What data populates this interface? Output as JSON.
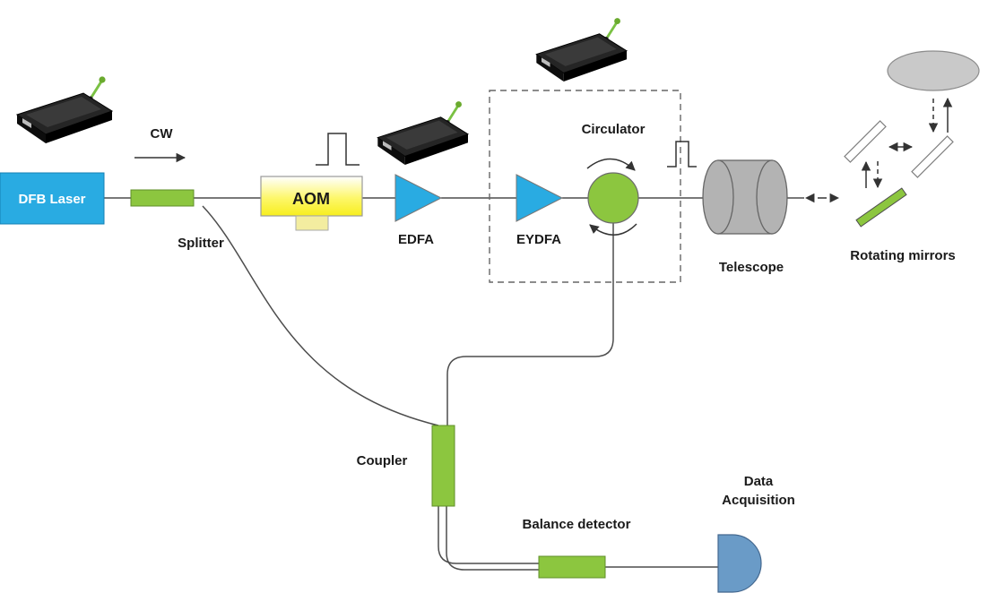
{
  "diagram": {
    "type": "optical-system-schematic",
    "labels": {
      "dfb_laser": "DFB Laser",
      "cw": "CW",
      "splitter": "Splitter",
      "aom": "AOM",
      "edfa": "EDFA",
      "eydfa": "EYDFA",
      "circulator": "Circulator",
      "telescope": "Telescope",
      "rotating_mirrors": "Rotating mirrors",
      "coupler": "Coupler",
      "balance_detector": "Balance detector",
      "data_acquisition_line1": "Data",
      "data_acquisition_line2": "Acquisition"
    },
    "icons": {
      "device1": "laser-driver-device",
      "device2": "laser-driver-device",
      "device3": "laser-driver-device",
      "pulse_after_aom": "pulse-waveform",
      "pulse_after_circulator": "pulse-waveform",
      "scan_target": "scan-target-ellipse"
    },
    "colors": {
      "component_blue": "#29ABE2",
      "component_green": "#8CC63F",
      "aom_yellow": "#FBF11C",
      "gray_fill": "#B3B3B3",
      "daq_blue": "#6A9BC7",
      "line": "#4d4d4d"
    }
  }
}
